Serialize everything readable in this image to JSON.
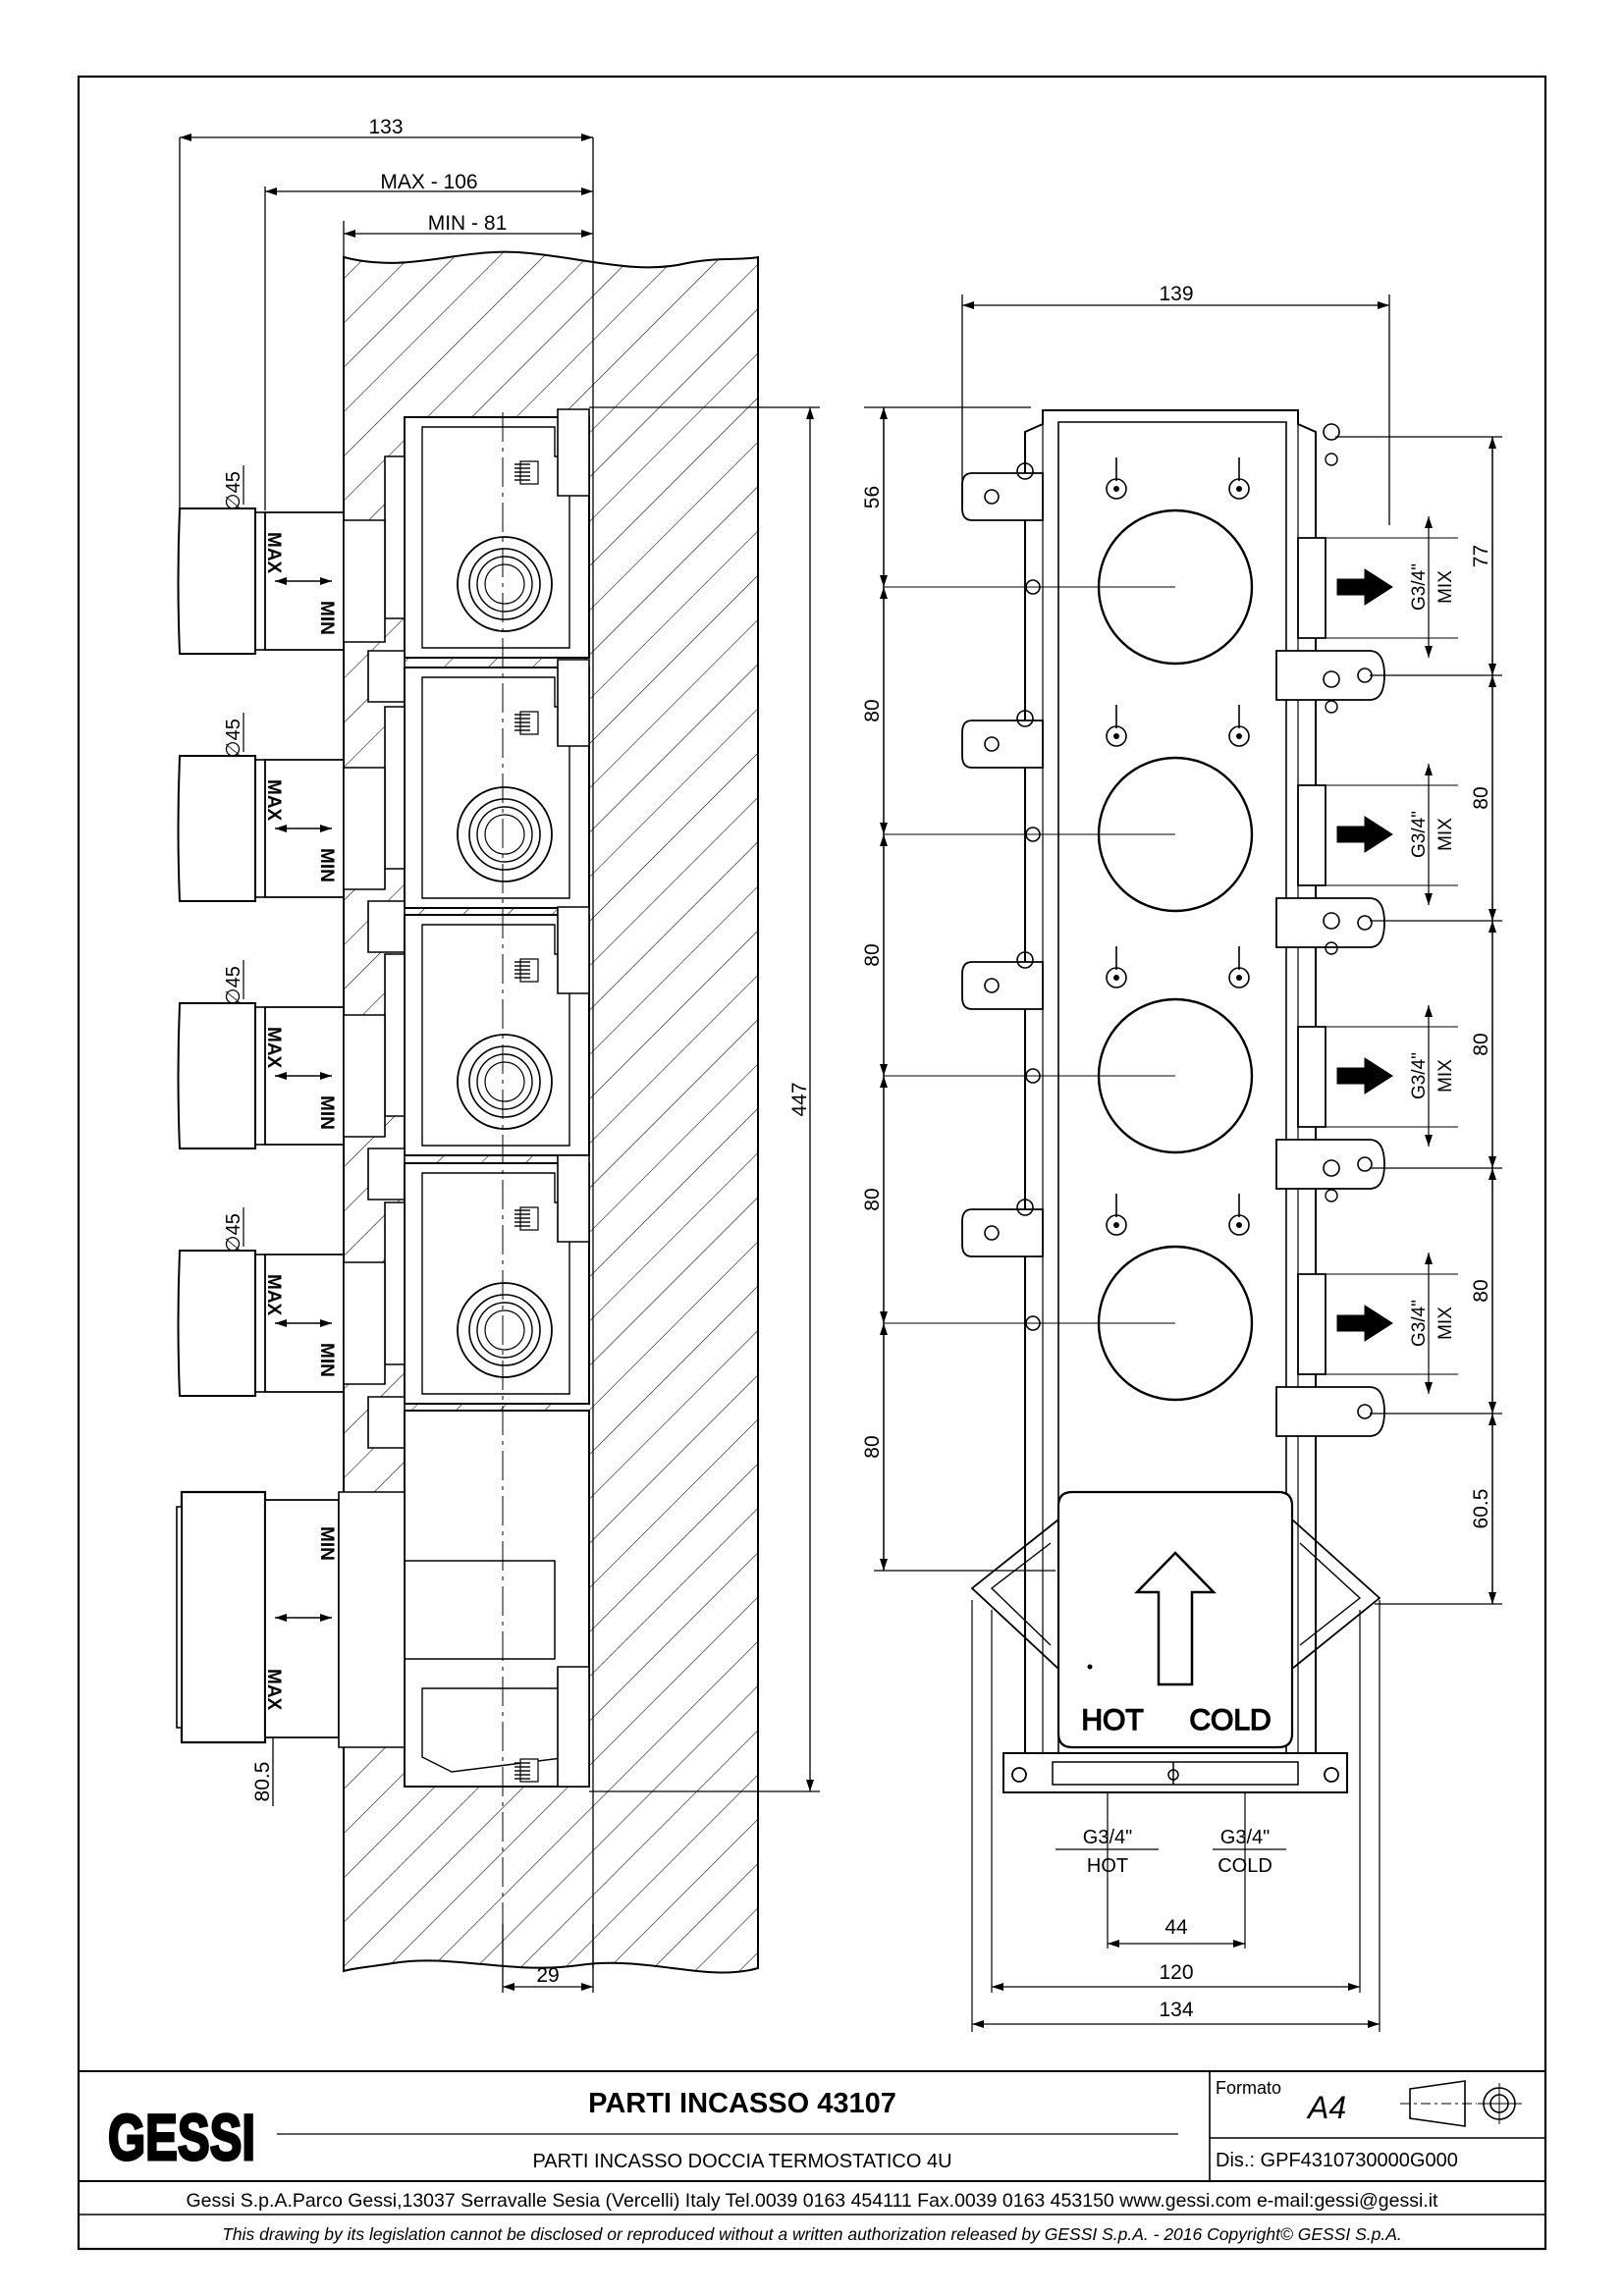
{
  "side_view": {
    "dim_overall_width": "133",
    "dim_max": "MAX - 106",
    "dim_min": "MIN - 81",
    "knob_diameter": "∅45",
    "label_max": "MAX",
    "label_min": "MIN",
    "dim_height": "447",
    "dim_bottom_offset": "80.5",
    "dim_depth": "29"
  },
  "front_view": {
    "dim_width_top": "139",
    "dim_first_spacing": "56",
    "dim_spacing": "80",
    "dim_right_top": "77",
    "dim_right_spacing": "80",
    "dim_right_bottom": "60.5",
    "outlet_thread": "G3/4\"",
    "outlet_label": "MIX",
    "hot_label": "HOT",
    "cold_label": "COLD",
    "inlet_thread": "G3/4\"",
    "dim_inlet_spacing": "44",
    "dim_bracket_inner": "120",
    "dim_bracket_outer": "134"
  },
  "title_block": {
    "logo_text": "GESSI",
    "title": "PARTI INCASSO 43107",
    "subtitle": "PARTI INCASSO DOCCIA TERMOSTATICO 4U",
    "formato_label": "Formato",
    "formato_value": "A4",
    "drawing_number": "Dis.: GPF4310730000G000",
    "company_line": "Gessi S.p.A.Parco Gessi,13037 Serravalle Sesia (Vercelli) Italy Tel.0039 0163 454111 Fax.0039 0163 453150 www.gessi.com e-mail:gessi@gessi.it",
    "disclaimer": "This drawing by its legislation cannot be disclosed or reproduced without a written authorization released by GESSI S.p.A. - 2016 Copyright© GESSI S.p.A."
  }
}
